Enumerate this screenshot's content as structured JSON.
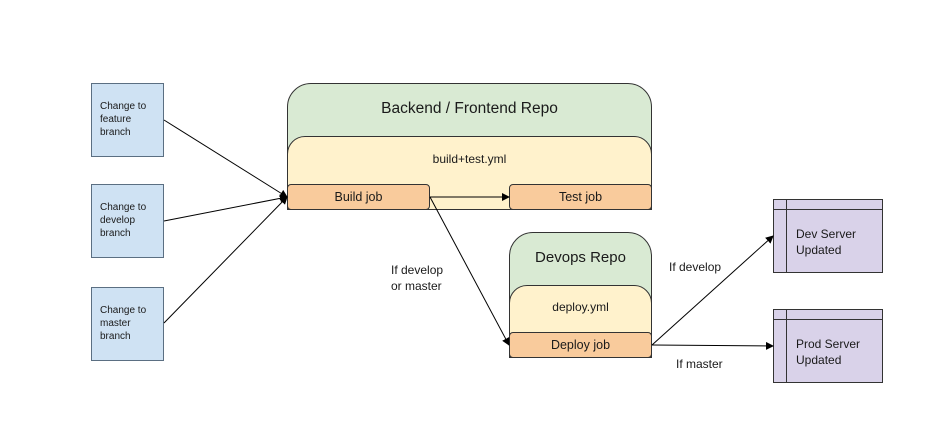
{
  "triggers": [
    {
      "label": "Change to\nfeature\nbranch"
    },
    {
      "label": "Change to\ndevelop\nbranch"
    },
    {
      "label": "Change to\nmaster\nbranch"
    }
  ],
  "backend_repo": {
    "title": "Backend / Frontend Repo",
    "file": "build+test.yml",
    "jobs": {
      "build": "Build job",
      "test": "Test job"
    }
  },
  "devops_repo": {
    "title": "Devops Repo",
    "file": "deploy.yml",
    "job": "Deploy job"
  },
  "servers": {
    "dev": "Dev Server\nUpdated",
    "prod": "Prod Server\nUpdated"
  },
  "edge_labels": {
    "build_to_deploy": "If develop\nor master",
    "to_dev": "If develop",
    "to_prod": "If master"
  },
  "colors": {
    "trigger_fill": "#cfe2f3",
    "repo_header_fill": "#d9ead3",
    "file_band_fill": "#fff2cc",
    "job_fill": "#f9cb9c",
    "server_fill": "#d9d2e9"
  }
}
